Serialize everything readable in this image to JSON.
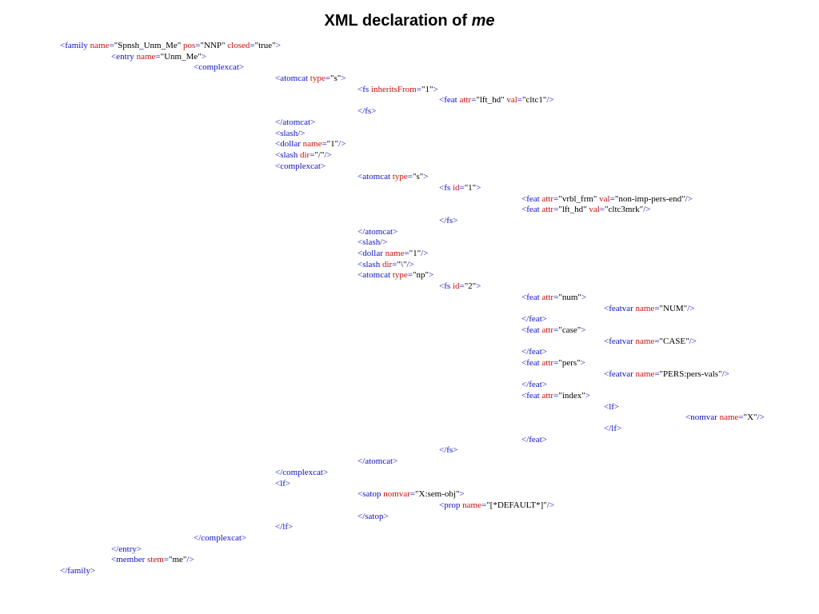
{
  "title": {
    "prefix": "XML declaration of ",
    "emphasis": "me"
  },
  "lines": [
    {
      "indent": 0,
      "tokens": [
        [
          "tag",
          "<family "
        ],
        [
          "attr",
          "name"
        ],
        [
          "tag",
          "="
        ],
        [
          "text",
          "\"Spnsh_Unm_Me\" "
        ],
        [
          "attr",
          "pos"
        ],
        [
          "tag",
          "="
        ],
        [
          "text",
          "\"NNP\" "
        ],
        [
          "attr",
          "closed"
        ],
        [
          "tag",
          "="
        ],
        [
          "text",
          "\"true\""
        ],
        [
          "tag",
          ">"
        ]
      ]
    },
    {
      "indent": 1,
      "tokens": [
        [
          "tag",
          "<entry "
        ],
        [
          "attr",
          "name"
        ],
        [
          "tag",
          "="
        ],
        [
          "text",
          "\"Unm_Me\""
        ],
        [
          "tag",
          ">"
        ]
      ]
    },
    {
      "indent": 2,
      "tokens": [
        [
          "tag",
          "<complexcat>"
        ]
      ]
    },
    {
      "indent": 3,
      "tokens": [
        [
          "tag",
          "<atomcat "
        ],
        [
          "attr",
          "type"
        ],
        [
          "tag",
          "="
        ],
        [
          "text",
          "\"s\""
        ],
        [
          "tag",
          ">"
        ]
      ]
    },
    {
      "indent": 4,
      "tokens": [
        [
          "tag",
          "<fs "
        ],
        [
          "attr",
          "inheritsFrom"
        ],
        [
          "tag",
          "="
        ],
        [
          "text",
          "\"1\""
        ],
        [
          "tag",
          ">"
        ]
      ]
    },
    {
      "indent": 5,
      "tokens": [
        [
          "tag",
          "<feat "
        ],
        [
          "attr",
          "attr"
        ],
        [
          "tag",
          "="
        ],
        [
          "text",
          "\"lft_hd\" "
        ],
        [
          "attr",
          "val"
        ],
        [
          "tag",
          "="
        ],
        [
          "text",
          "\"cltc1\""
        ],
        [
          "tag",
          "/>"
        ]
      ]
    },
    {
      "indent": 4,
      "tokens": [
        [
          "tag",
          "</fs>"
        ]
      ]
    },
    {
      "indent": 3,
      "tokens": [
        [
          "tag",
          "</atomcat>"
        ]
      ]
    },
    {
      "indent": 3,
      "tokens": [
        [
          "tag",
          "<slash/>"
        ]
      ]
    },
    {
      "indent": 3,
      "tokens": [
        [
          "tag",
          "<dollar "
        ],
        [
          "attr",
          "name"
        ],
        [
          "tag",
          "="
        ],
        [
          "text",
          "\"1\""
        ],
        [
          "tag",
          "/>"
        ]
      ]
    },
    {
      "indent": 3,
      "tokens": [
        [
          "tag",
          "<slash "
        ],
        [
          "attr",
          "dir"
        ],
        [
          "tag",
          "="
        ],
        [
          "text",
          "\"/\""
        ],
        [
          "tag",
          "/>"
        ]
      ]
    },
    {
      "indent": 3,
      "tokens": [
        [
          "tag",
          "<complexcat>"
        ]
      ]
    },
    {
      "indent": 4,
      "tokens": [
        [
          "tag",
          "<atomcat "
        ],
        [
          "attr",
          "type"
        ],
        [
          "tag",
          "="
        ],
        [
          "text",
          "\"s\""
        ],
        [
          "tag",
          ">"
        ]
      ]
    },
    {
      "indent": 5,
      "tokens": [
        [
          "tag",
          "<fs "
        ],
        [
          "attr",
          "id"
        ],
        [
          "tag",
          "="
        ],
        [
          "text",
          "\"1\""
        ],
        [
          "tag",
          ">"
        ]
      ]
    },
    {
      "indent": 6,
      "tokens": [
        [
          "tag",
          "<feat "
        ],
        [
          "attr",
          "attr"
        ],
        [
          "tag",
          "="
        ],
        [
          "text",
          "\"vrbl_frm\" "
        ],
        [
          "attr",
          "val"
        ],
        [
          "tag",
          "="
        ],
        [
          "text",
          "\"non-imp-pers-end\""
        ],
        [
          "tag",
          "/>"
        ]
      ]
    },
    {
      "indent": 6,
      "tokens": [
        [
          "tag",
          "<feat "
        ],
        [
          "attr",
          "attr"
        ],
        [
          "tag",
          "="
        ],
        [
          "text",
          "\"lft_hd\" "
        ],
        [
          "attr",
          "val"
        ],
        [
          "tag",
          "="
        ],
        [
          "text",
          "\"cltc3mrk\""
        ],
        [
          "tag",
          "/>"
        ]
      ]
    },
    {
      "indent": 5,
      "tokens": [
        [
          "tag",
          "</fs>"
        ]
      ]
    },
    {
      "indent": 4,
      "tokens": [
        [
          "tag",
          "</atomcat>"
        ]
      ]
    },
    {
      "indent": 4,
      "tokens": [
        [
          "tag",
          "<slash/>"
        ]
      ]
    },
    {
      "indent": 4,
      "tokens": [
        [
          "tag",
          "<dollar "
        ],
        [
          "attr",
          "name"
        ],
        [
          "tag",
          "="
        ],
        [
          "text",
          "\"1\""
        ],
        [
          "tag",
          "/>"
        ]
      ]
    },
    {
      "indent": 4,
      "tokens": [
        [
          "tag",
          "<slash "
        ],
        [
          "attr",
          "dir"
        ],
        [
          "tag",
          "="
        ],
        [
          "text",
          "\"\\\""
        ],
        [
          "tag",
          "/>"
        ]
      ]
    },
    {
      "indent": 4,
      "tokens": [
        [
          "tag",
          "<atomcat "
        ],
        [
          "attr",
          "type"
        ],
        [
          "tag",
          "="
        ],
        [
          "text",
          "\"np\""
        ],
        [
          "tag",
          ">"
        ]
      ]
    },
    {
      "indent": 5,
      "tokens": [
        [
          "tag",
          "<fs "
        ],
        [
          "attr",
          "id"
        ],
        [
          "tag",
          "="
        ],
        [
          "text",
          "\"2\""
        ],
        [
          "tag",
          ">"
        ]
      ]
    },
    {
      "indent": 6,
      "tokens": [
        [
          "tag",
          "<feat "
        ],
        [
          "attr",
          "attr"
        ],
        [
          "tag",
          "="
        ],
        [
          "text",
          "\"num\""
        ],
        [
          "tag",
          ">"
        ]
      ]
    },
    {
      "indent": 7,
      "tokens": [
        [
          "tag",
          "<featvar "
        ],
        [
          "attr",
          "name"
        ],
        [
          "tag",
          "="
        ],
        [
          "text",
          "\"NUM\""
        ],
        [
          "tag",
          "/>"
        ]
      ]
    },
    {
      "indent": 6,
      "tokens": [
        [
          "tag",
          "</feat>"
        ]
      ]
    },
    {
      "indent": 6,
      "tokens": [
        [
          "tag",
          "<feat "
        ],
        [
          "attr",
          "attr"
        ],
        [
          "tag",
          "="
        ],
        [
          "text",
          "\"case\""
        ],
        [
          "tag",
          ">"
        ]
      ]
    },
    {
      "indent": 7,
      "tokens": [
        [
          "tag",
          "<featvar "
        ],
        [
          "attr",
          "name"
        ],
        [
          "tag",
          "="
        ],
        [
          "text",
          "\"CASE\""
        ],
        [
          "tag",
          "/>"
        ]
      ]
    },
    {
      "indent": 6,
      "tokens": [
        [
          "tag",
          "</feat>"
        ]
      ]
    },
    {
      "indent": 6,
      "tokens": [
        [
          "tag",
          "<feat "
        ],
        [
          "attr",
          "attr"
        ],
        [
          "tag",
          "="
        ],
        [
          "text",
          "\"pers\""
        ],
        [
          "tag",
          ">"
        ]
      ]
    },
    {
      "indent": 7,
      "tokens": [
        [
          "tag",
          "<featvar "
        ],
        [
          "attr",
          "name"
        ],
        [
          "tag",
          "="
        ],
        [
          "text",
          "\"PERS:pers-vals\""
        ],
        [
          "tag",
          "/>"
        ]
      ]
    },
    {
      "indent": 6,
      "tokens": [
        [
          "tag",
          "</feat>"
        ]
      ]
    },
    {
      "indent": 6,
      "tokens": [
        [
          "tag",
          "<feat "
        ],
        [
          "attr",
          "attr"
        ],
        [
          "tag",
          "="
        ],
        [
          "text",
          "\"index\""
        ],
        [
          "tag",
          ">"
        ]
      ]
    },
    {
      "indent": 7,
      "tokens": [
        [
          "tag",
          "<lf>"
        ]
      ]
    },
    {
      "indent": 8,
      "tokens": [
        [
          "tag",
          "<nomvar "
        ],
        [
          "attr",
          "name"
        ],
        [
          "tag",
          "="
        ],
        [
          "text",
          "\"X\""
        ],
        [
          "tag",
          "/>"
        ]
      ]
    },
    {
      "indent": 7,
      "tokens": [
        [
          "tag",
          "</lf>"
        ]
      ]
    },
    {
      "indent": 6,
      "tokens": [
        [
          "tag",
          "</feat>"
        ]
      ]
    },
    {
      "indent": 5,
      "tokens": [
        [
          "tag",
          "</fs>"
        ]
      ]
    },
    {
      "indent": 4,
      "tokens": [
        [
          "tag",
          "</atomcat>"
        ]
      ]
    },
    {
      "indent": 3,
      "tokens": [
        [
          "tag",
          "</complexcat>"
        ]
      ]
    },
    {
      "indent": 3,
      "tokens": [
        [
          "tag",
          "<lf>"
        ]
      ]
    },
    {
      "indent": 4,
      "tokens": [
        [
          "tag",
          "<satop "
        ],
        [
          "attr",
          "nomvar"
        ],
        [
          "tag",
          "="
        ],
        [
          "text",
          "\"X:sem-obj\""
        ],
        [
          "tag",
          ">"
        ]
      ]
    },
    {
      "indent": 5,
      "tokens": [
        [
          "tag",
          "<prop "
        ],
        [
          "attr",
          "name"
        ],
        [
          "tag",
          "="
        ],
        [
          "text",
          "\"[*DEFAULT*]\""
        ],
        [
          "tag",
          "/>"
        ]
      ]
    },
    {
      "indent": 4,
      "tokens": [
        [
          "tag",
          "</satop>"
        ]
      ]
    },
    {
      "indent": 3,
      "tokens": [
        [
          "tag",
          "</lf>"
        ]
      ]
    },
    {
      "indent": 2,
      "tokens": [
        [
          "tag",
          "</complexcat>"
        ]
      ]
    },
    {
      "indent": 1,
      "tokens": [
        [
          "tag",
          "</entry>"
        ]
      ]
    },
    {
      "indent": 1,
      "tokens": [
        [
          "tag",
          "<member "
        ],
        [
          "attr",
          "stem"
        ],
        [
          "tag",
          "="
        ],
        [
          "text",
          "\"me\""
        ],
        [
          "tag",
          "/>"
        ]
      ]
    },
    {
      "indent": 0,
      "tokens": [
        [
          "tag",
          "</family>"
        ]
      ]
    }
  ]
}
